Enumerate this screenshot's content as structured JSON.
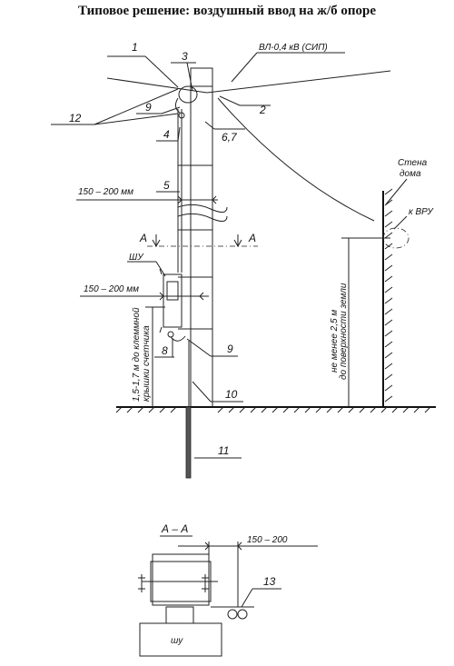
{
  "title": "Типовое решение: воздушный ввод на ж/б опоре",
  "line_label": "ВЛ-0,4 кВ (СИП)",
  "wall_label_1": "Стена",
  "wall_label_2": "дома",
  "vru_label": "к ВРУ",
  "section_letter": "А",
  "section_title": "А – А",
  "dim_spacing": "150 – 200 мм",
  "dim_section": "150 – 200",
  "cabinet_label": "ШУ",
  "cabinet_label_bottom": "шу",
  "meter_height_line1": "1,5-1,7 м до клеммной",
  "meter_height_line2": "крышки счетчика",
  "ground_clearance_line1": "не менее 2,5 м",
  "ground_clearance_line2": "до поверхности земли",
  "callouts": {
    "c1": "1",
    "c2": "2",
    "c3": "3",
    "c4": "4",
    "c5": "5",
    "c67": "6,7",
    "c8": "8",
    "c9a": "9",
    "c9b": "9",
    "c10": "10",
    "c11": "11",
    "c12": "12",
    "c13": "13"
  }
}
